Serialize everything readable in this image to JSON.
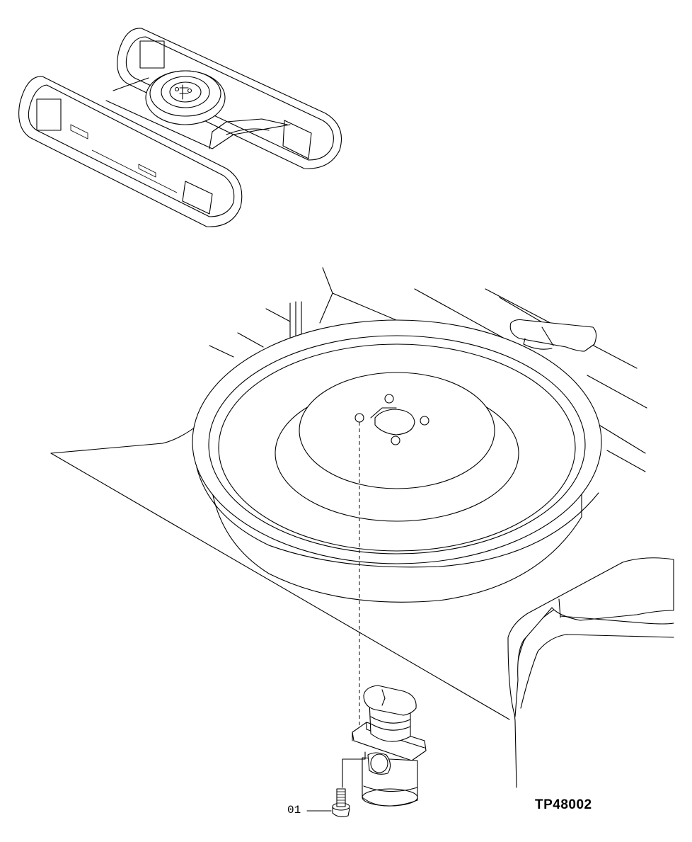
{
  "diagram": {
    "callouts": [
      {
        "label": "01",
        "part": "bolt"
      }
    ],
    "figure_code": "TP48002"
  }
}
